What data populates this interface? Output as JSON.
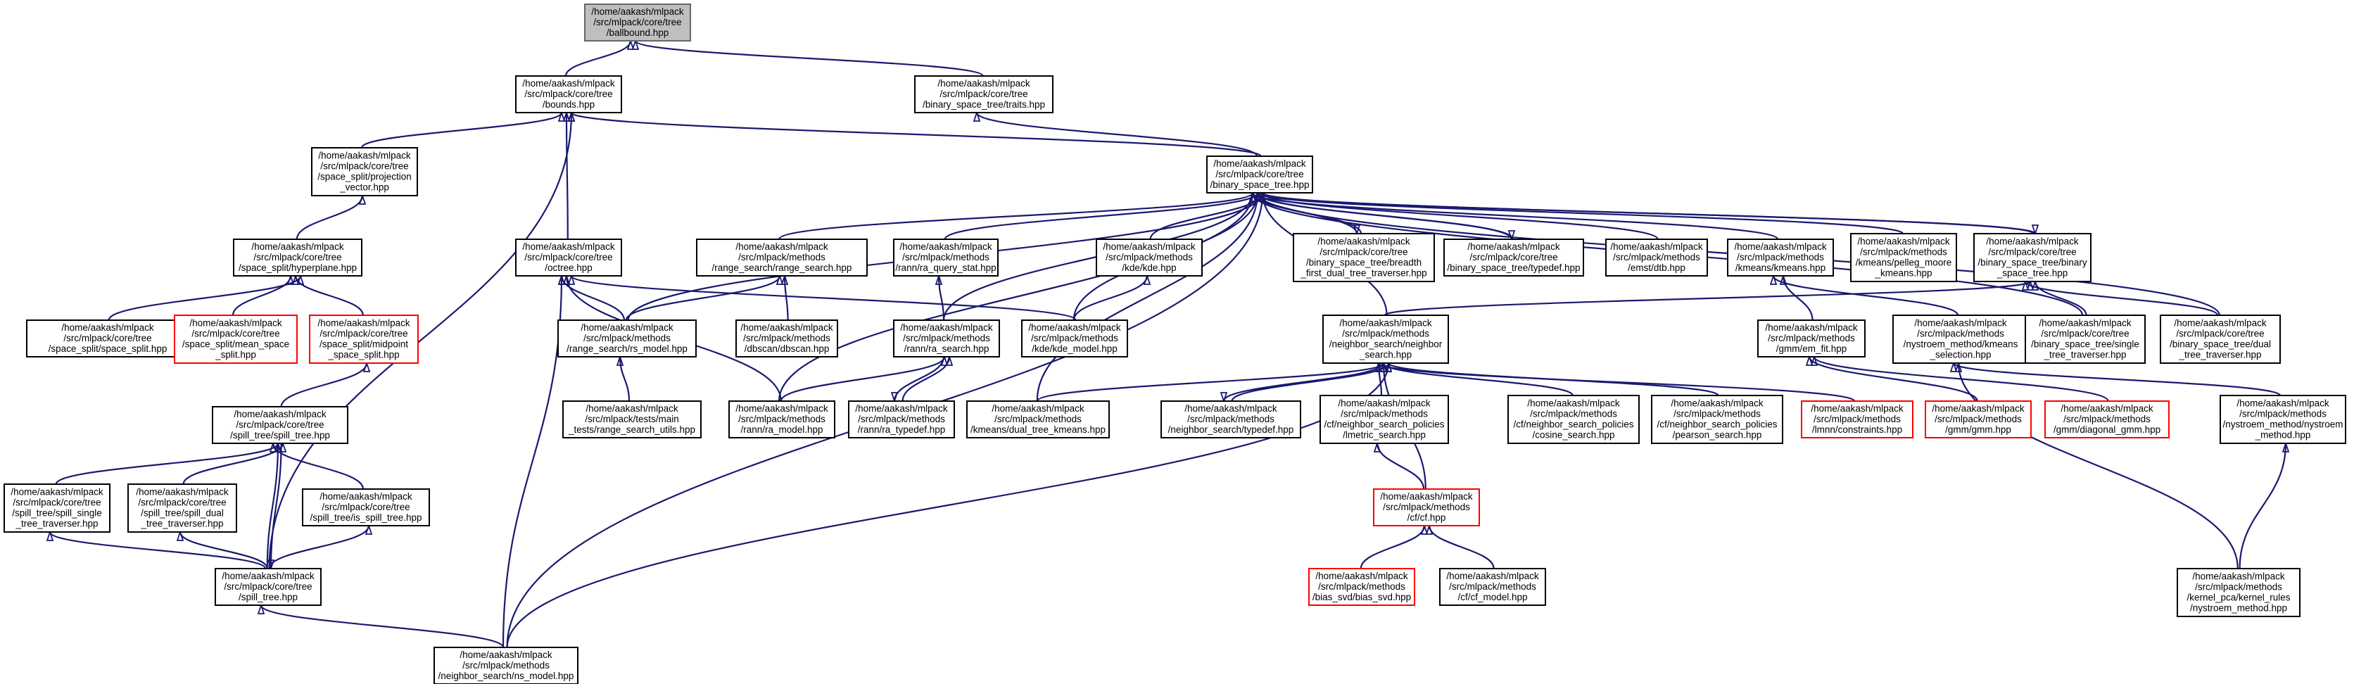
{
  "colors": {
    "edge": "#191970",
    "box_border": "#000000",
    "box_border_incomplete": "#ff0000",
    "root_fill": "#bfbfbf"
  },
  "nodes": [
    {
      "id": "ballbound",
      "lines": [
        "/home/aakash/mlpack",
        "/src/mlpack/core/tree",
        "/ballbound.hpp"
      ],
      "root": true
    },
    {
      "id": "bounds",
      "lines": [
        "/home/aakash/mlpack",
        "/src/mlpack/core/tree",
        "/bounds.hpp"
      ]
    },
    {
      "id": "traits",
      "lines": [
        "/home/aakash/mlpack",
        "/src/mlpack/core/tree",
        "/binary_space_tree/traits.hpp"
      ]
    },
    {
      "id": "bst",
      "lines": [
        "/home/aakash/mlpack",
        "/src/mlpack/core/tree",
        "/binary_space_tree.hpp"
      ]
    },
    {
      "id": "projvec",
      "lines": [
        "/home/aakash/mlpack",
        "/src/mlpack/core/tree",
        "/space_split/projection",
        "_vector.hpp"
      ]
    },
    {
      "id": "hyperplane",
      "lines": [
        "/home/aakash/mlpack",
        "/src/mlpack/core/tree",
        "/space_split/hyperplane.hpp"
      ]
    },
    {
      "id": "spacesplit",
      "lines": [
        "/home/aakash/mlpack",
        "/src/mlpack/core/tree",
        "/space_split/space_split.hpp"
      ]
    },
    {
      "id": "meanspace",
      "lines": [
        "/home/aakash/mlpack",
        "/src/mlpack/core/tree",
        "/space_split/mean_space",
        "_split.hpp"
      ],
      "red": true
    },
    {
      "id": "midpoint",
      "lines": [
        "/home/aakash/mlpack",
        "/src/mlpack/core/tree",
        "/space_split/midpoint",
        "_space_split.hpp"
      ],
      "red": true
    },
    {
      "id": "octree",
      "lines": [
        "/home/aakash/mlpack",
        "/src/mlpack/core/tree",
        "/octree.hpp"
      ]
    },
    {
      "id": "rangesearch",
      "lines": [
        "/home/aakash/mlpack",
        "/src/mlpack/methods",
        "/range_search/range_search.hpp"
      ]
    },
    {
      "id": "raquerystat",
      "lines": [
        "/home/aakash/mlpack",
        "/src/mlpack/methods",
        "/rann/ra_query_stat.hpp"
      ]
    },
    {
      "id": "kde",
      "lines": [
        "/home/aakash/mlpack",
        "/src/mlpack/methods",
        "/kde/kde.hpp"
      ]
    },
    {
      "id": "breadth",
      "lines": [
        "/home/aakash/mlpack",
        "/src/mlpack/core/tree",
        "/binary_space_tree/breadth",
        "_first_dual_tree_traverser.hpp"
      ]
    },
    {
      "id": "bsttypedef",
      "lines": [
        "/home/aakash/mlpack",
        "/src/mlpack/core/tree",
        "/binary_space_tree/typedef.hpp"
      ]
    },
    {
      "id": "dtb",
      "lines": [
        "/home/aakash/mlpack",
        "/src/mlpack/methods",
        "/emst/dtb.hpp"
      ]
    },
    {
      "id": "kmeans",
      "lines": [
        "/home/aakash/mlpack",
        "/src/mlpack/methods",
        "/kmeans/kmeans.hpp"
      ]
    },
    {
      "id": "pelleg",
      "lines": [
        "/home/aakash/mlpack",
        "/src/mlpack/methods",
        "/kmeans/pelleg_moore",
        "_kmeans.hpp"
      ]
    },
    {
      "id": "bstbst",
      "lines": [
        "/home/aakash/mlpack",
        "/src/mlpack/core/tree",
        "/binary_space_tree/binary",
        "_space_tree.hpp"
      ]
    },
    {
      "id": "spilltree",
      "lines": [
        "/home/aakash/mlpack",
        "/src/mlpack/core/tree",
        "/spill_tree/spill_tree.hpp"
      ]
    },
    {
      "id": "rsmodelrange",
      "lines": [
        "/home/aakash/mlpack",
        "/src/mlpack/methods",
        "/range_search/rs_model.hpp"
      ]
    },
    {
      "id": "dbscan",
      "lines": [
        "/home/aakash/mlpack",
        "/src/mlpack/methods",
        "/dbscan/dbscan.hpp"
      ]
    },
    {
      "id": "rasearch",
      "lines": [
        "/home/aakash/mlpack",
        "/src/mlpack/methods",
        "/rann/ra_search.hpp"
      ]
    },
    {
      "id": "kdemodel",
      "lines": [
        "/home/aakash/mlpack",
        "/src/mlpack/methods",
        "/kde/kde_model.hpp"
      ]
    },
    {
      "id": "nsearch",
      "lines": [
        "/home/aakash/mlpack",
        "/src/mlpack/methods",
        "/neighbor_search/neighbor",
        "_search.hpp"
      ]
    },
    {
      "id": "emfit",
      "lines": [
        "/home/aakash/mlpack",
        "/src/mlpack/methods",
        "/gmm/em_fit.hpp"
      ]
    },
    {
      "id": "nystkmeans",
      "lines": [
        "/home/aakash/mlpack",
        "/src/mlpack/methods",
        "/nystroem_method/kmeans",
        "_selection.hpp"
      ]
    },
    {
      "id": "bstsingle",
      "lines": [
        "/home/aakash/mlpack",
        "/src/mlpack/core/tree",
        "/binary_space_tree/single",
        "_tree_traverser.hpp"
      ]
    },
    {
      "id": "bstdual",
      "lines": [
        "/home/aakash/mlpack",
        "/src/mlpack/core/tree",
        "/binary_space_tree/dual",
        "_tree_traverser.hpp"
      ]
    },
    {
      "id": "rsutils",
      "lines": [
        "/home/aakash/mlpack",
        "/src/mlpack/tests/main",
        "_tests/range_search_utils.hpp"
      ]
    },
    {
      "id": "ramodel",
      "lines": [
        "/home/aakash/mlpack",
        "/src/mlpack/methods",
        "/rann/ra_model.hpp"
      ]
    },
    {
      "id": "ratypedef",
      "lines": [
        "/home/aakash/mlpack",
        "/src/mlpack/methods",
        "/rann/ra_typedef.hpp"
      ]
    },
    {
      "id": "dualkmeans",
      "lines": [
        "/home/aakash/mlpack",
        "/src/mlpack/methods",
        "/kmeans/dual_tree_kmeans.hpp"
      ]
    },
    {
      "id": "nstypedef",
      "lines": [
        "/home/aakash/mlpack",
        "/src/mlpack/methods",
        "/neighbor_search/typedef.hpp"
      ]
    },
    {
      "id": "lmetric",
      "lines": [
        "/home/aakash/mlpack",
        "/src/mlpack/methods",
        "/cf/neighbor_search_policies",
        "/lmetric_search.hpp"
      ]
    },
    {
      "id": "cosine",
      "lines": [
        "/home/aakash/mlpack",
        "/src/mlpack/methods",
        "/cf/neighbor_search_policies",
        "/cosine_search.hpp"
      ]
    },
    {
      "id": "pearson",
      "lines": [
        "/home/aakash/mlpack",
        "/src/mlpack/methods",
        "/cf/neighbor_search_policies",
        "/pearson_search.hpp"
      ]
    },
    {
      "id": "lmnn",
      "lines": [
        "/home/aakash/mlpack",
        "/src/mlpack/methods",
        "/lmnn/constraints.hpp"
      ],
      "red": true
    },
    {
      "id": "gmm",
      "lines": [
        "/home/aakash/mlpack",
        "/src/mlpack/methods",
        "/gmm/gmm.hpp"
      ],
      "red": true
    },
    {
      "id": "diaggmm",
      "lines": [
        "/home/aakash/mlpack",
        "/src/mlpack/methods",
        "/gmm/diagonal_gmm.hpp"
      ],
      "red": true
    },
    {
      "id": "nystmethod",
      "lines": [
        "/home/aakash/mlpack",
        "/src/mlpack/methods",
        "/nystroem_method/nystroem",
        "_method.hpp"
      ]
    },
    {
      "id": "spillsingle",
      "lines": [
        "/home/aakash/mlpack",
        "/src/mlpack/core/tree",
        "/spill_tree/spill_single",
        "_tree_traverser.hpp"
      ]
    },
    {
      "id": "spilldual",
      "lines": [
        "/home/aakash/mlpack",
        "/src/mlpack/core/tree",
        "/spill_tree/spill_dual",
        "_tree_traverser.hpp"
      ]
    },
    {
      "id": "isspill",
      "lines": [
        "/home/aakash/mlpack",
        "/src/mlpack/core/tree",
        "/spill_tree/is_spill_tree.hpp"
      ]
    },
    {
      "id": "cf",
      "lines": [
        "/home/aakash/mlpack",
        "/src/mlpack/methods",
        "/cf/cf.hpp"
      ],
      "red": true
    },
    {
      "id": "kernelrules",
      "lines": [
        "/home/aakash/mlpack",
        "/src/mlpack/methods",
        "/kernel_pca/kernel_rules",
        "/nystroem_method.hpp"
      ]
    },
    {
      "id": "spilltreehpp",
      "lines": [
        "/home/aakash/mlpack",
        "/src/mlpack/core/tree",
        "/spill_tree.hpp"
      ]
    },
    {
      "id": "biassvd",
      "lines": [
        "/home/aakash/mlpack",
        "/src/mlpack/methods",
        "/bias_svd/bias_svd.hpp"
      ],
      "red": true
    },
    {
      "id": "cfmodel",
      "lines": [
        "/home/aakash/mlpack",
        "/src/mlpack/methods",
        "/cf/cf_model.hpp"
      ]
    },
    {
      "id": "nsmodel",
      "lines": [
        "/home/aakash/mlpack",
        "/src/mlpack/methods",
        "/neighbor_search/ns_model.hpp"
      ]
    }
  ],
  "edges": [
    [
      "bounds",
      "ballbound"
    ],
    [
      "traits",
      "ballbound"
    ],
    [
      "bst",
      "bounds"
    ],
    [
      "projvec",
      "bounds"
    ],
    [
      "octree",
      "bounds"
    ],
    [
      "spilltreehpp",
      "bounds"
    ],
    [
      "bst",
      "traits"
    ],
    [
      "hyperplane",
      "projvec"
    ],
    [
      "spacesplit",
      "hyperplane"
    ],
    [
      "meanspace",
      "hyperplane"
    ],
    [
      "midpoint",
      "hyperplane"
    ],
    [
      "spilltree",
      "midpoint"
    ],
    [
      "rangesearch",
      "bst"
    ],
    [
      "raquerystat",
      "bst"
    ],
    [
      "kde",
      "bst"
    ],
    [
      "breadth",
      "bst"
    ],
    [
      "bsttypedef",
      "bst"
    ],
    [
      "dtb",
      "bst"
    ],
    [
      "kmeans",
      "bst"
    ],
    [
      "pelleg",
      "bst"
    ],
    [
      "bstbst",
      "bst"
    ],
    [
      "bstsingle",
      "bst"
    ],
    [
      "bstdual",
      "bst"
    ],
    [
      "rsmodelrange",
      "bst"
    ],
    [
      "rasearch",
      "bst"
    ],
    [
      "kdemodel",
      "bst"
    ],
    [
      "nsearch",
      "bst"
    ],
    [
      "ramodel",
      "bst"
    ],
    [
      "dualkmeans",
      "bst"
    ],
    [
      "nsmodel",
      "bst"
    ],
    [
      "bst",
      "breadth"
    ],
    [
      "bst",
      "bsttypedef"
    ],
    [
      "bst",
      "bstbst"
    ],
    [
      "rsmodelrange",
      "octree"
    ],
    [
      "ramodel",
      "octree"
    ],
    [
      "kdemodel",
      "octree"
    ],
    [
      "nsmodel",
      "octree"
    ],
    [
      "rsmodelrange",
      "rangesearch"
    ],
    [
      "dbscan",
      "rangesearch"
    ],
    [
      "rasearch",
      "raquerystat"
    ],
    [
      "kdemodel",
      "kde"
    ],
    [
      "emfit",
      "kmeans"
    ],
    [
      "nystkmeans",
      "kmeans"
    ],
    [
      "nsearch",
      "bstbst"
    ],
    [
      "bstsingle",
      "bstbst"
    ],
    [
      "bstdual",
      "bstbst"
    ],
    [
      "spillsingle",
      "spilltree"
    ],
    [
      "spilldual",
      "spilltree"
    ],
    [
      "isspill",
      "spilltree"
    ],
    [
      "spilltreehpp",
      "spilltree"
    ],
    [
      "spilltree",
      "spilltreehpp"
    ],
    [
      "rsutils",
      "rsmodelrange"
    ],
    [
      "ramodel",
      "rasearch"
    ],
    [
      "ratypedef",
      "rasearch"
    ],
    [
      "rasearch",
      "ratypedef"
    ],
    [
      "dualkmeans",
      "nsearch"
    ],
    [
      "nstypedef",
      "nsearch"
    ],
    [
      "lmetric",
      "nsearch"
    ],
    [
      "cosine",
      "nsearch"
    ],
    [
      "pearson",
      "nsearch"
    ],
    [
      "lmnn",
      "nsearch"
    ],
    [
      "cf",
      "nsearch"
    ],
    [
      "nsmodel",
      "nsearch"
    ],
    [
      "nsearch",
      "nstypedef"
    ],
    [
      "gmm",
      "emfit"
    ],
    [
      "diaggmm",
      "emfit"
    ],
    [
      "nystmethod",
      "nystkmeans"
    ],
    [
      "kernelrules",
      "nystkmeans"
    ],
    [
      "kernelrules",
      "nystmethod"
    ],
    [
      "spilltreehpp",
      "spillsingle"
    ],
    [
      "spilltreehpp",
      "spilldual"
    ],
    [
      "spilltreehpp",
      "isspill"
    ],
    [
      "cf",
      "lmetric"
    ],
    [
      "biassvd",
      "cf"
    ],
    [
      "cfmodel",
      "cf"
    ],
    [
      "nsmodel",
      "spilltreehpp"
    ]
  ]
}
